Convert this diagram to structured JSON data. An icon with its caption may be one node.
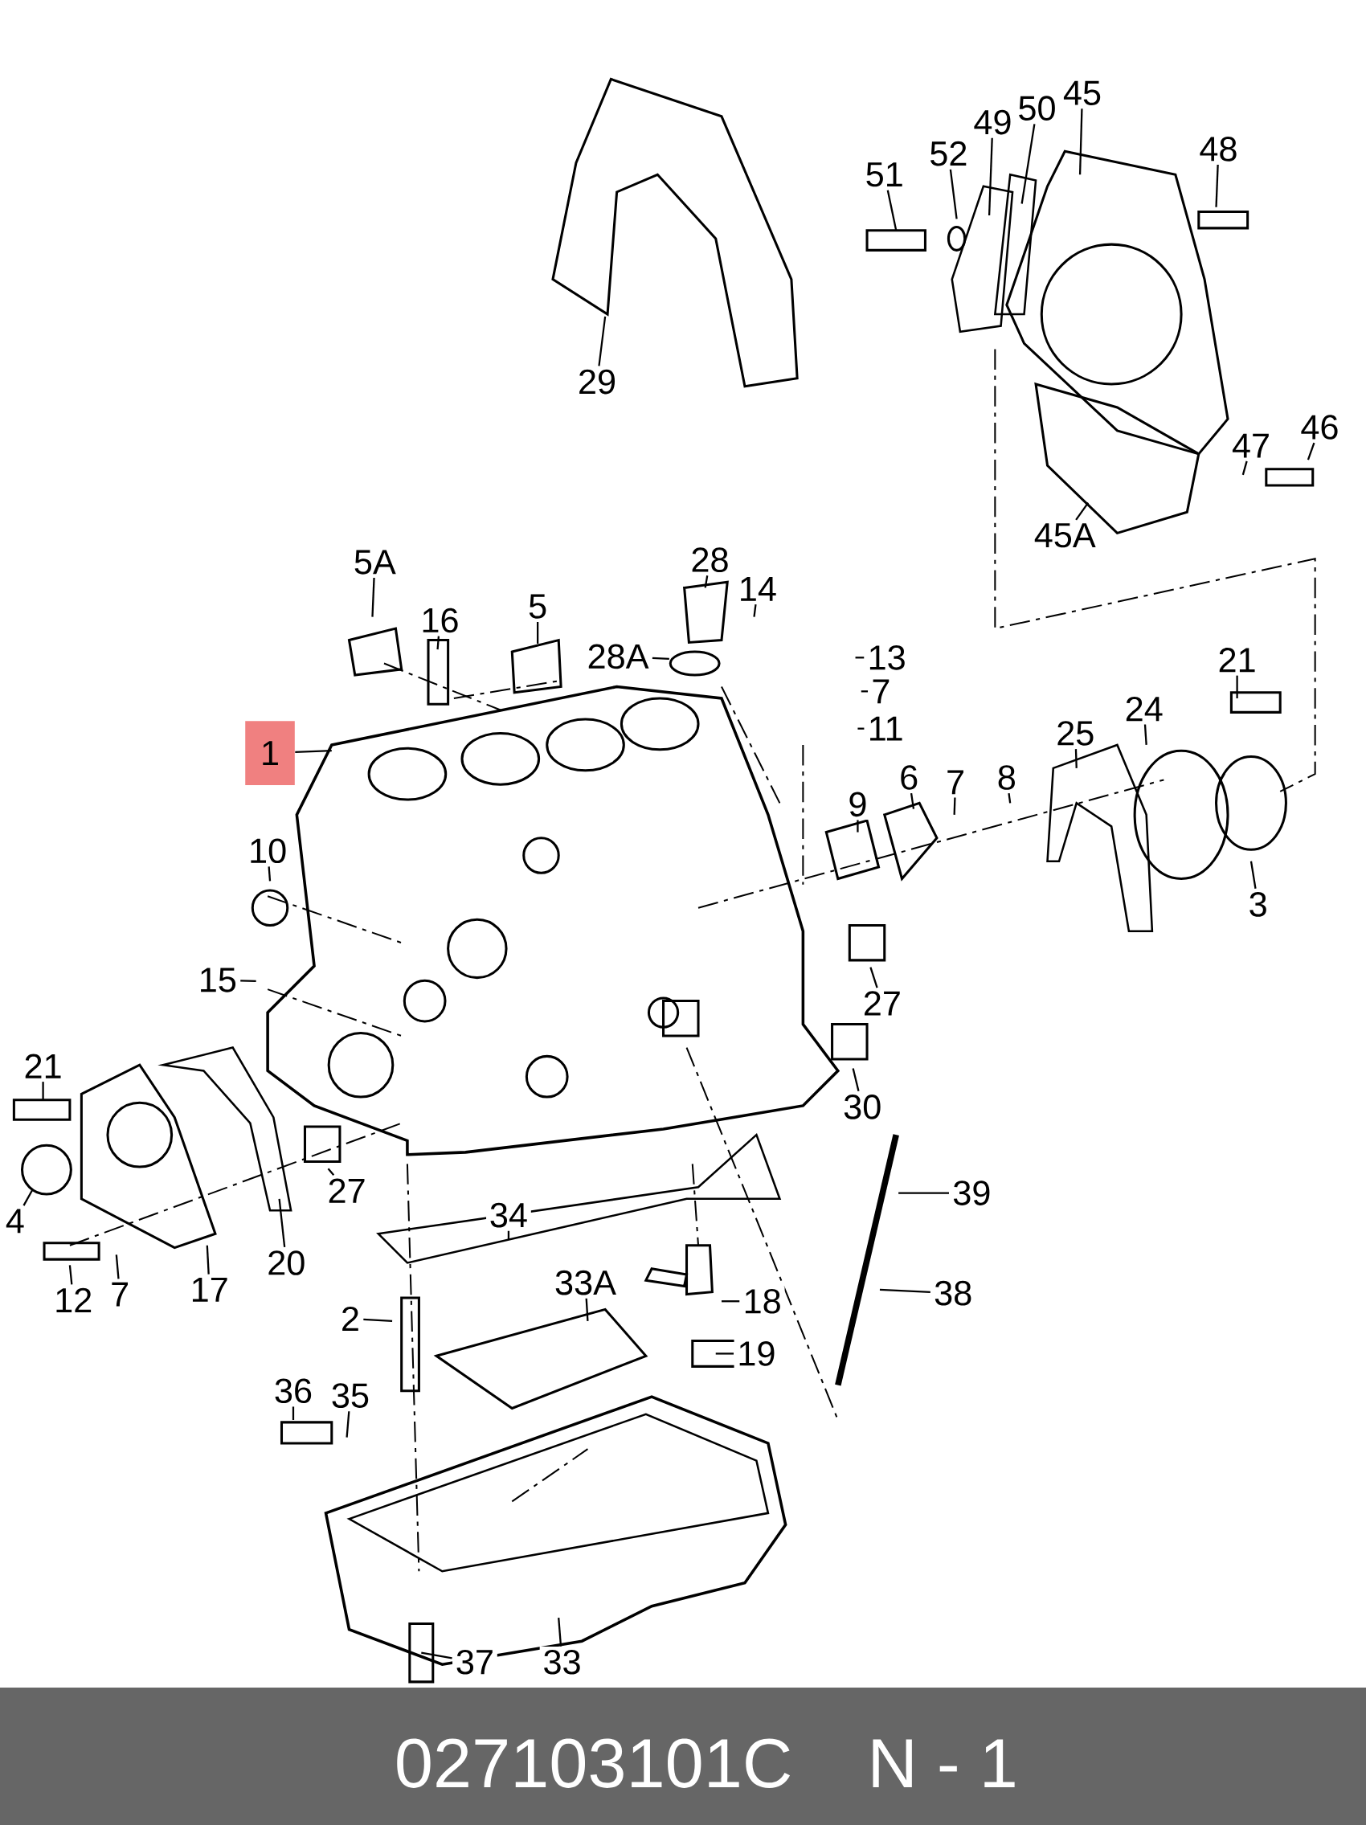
{
  "diagram": {
    "nodes": [
      {
        "text": [
          "29"
        ]
      },
      {
        "text": [
          "51"
        ]
      },
      {
        "text": [
          "52"
        ]
      },
      {
        "text": [
          "49"
        ]
      },
      {
        "text": [
          "50"
        ]
      },
      {
        "text": [
          "45"
        ]
      },
      {
        "text": [
          "48"
        ]
      },
      {
        "text": [
          "46"
        ]
      },
      {
        "text": [
          "47"
        ]
      },
      {
        "text": [
          "45A"
        ]
      },
      {
        "text": [
          "5A"
        ]
      },
      {
        "text": [
          "16"
        ]
      },
      {
        "text": [
          "5"
        ]
      },
      {
        "text": [
          "28"
        ]
      },
      {
        "text": [
          "14"
        ]
      },
      {
        "text": [
          "28A"
        ]
      },
      {
        "text": [
          "13"
        ]
      },
      {
        "text": [
          "7"
        ]
      },
      {
        "text": [
          "11"
        ]
      },
      {
        "text": [
          "1"
        ]
      },
      {
        "text": [
          "21"
        ]
      },
      {
        "text": [
          "24"
        ]
      },
      {
        "text": [
          "25"
        ]
      },
      {
        "text": [
          "6"
        ]
      },
      {
        "text": [
          "7"
        ]
      },
      {
        "text": [
          "8"
        ]
      },
      {
        "text": [
          "9"
        ]
      },
      {
        "text": [
          "3"
        ]
      },
      {
        "text": [
          "10"
        ]
      },
      {
        "text": [
          "15"
        ]
      },
      {
        "text": [
          "27"
        ]
      },
      {
        "text": [
          "30"
        ]
      },
      {
        "text": [
          "21"
        ]
      },
      {
        "text": [
          "4"
        ]
      },
      {
        "text": [
          "12"
        ]
      },
      {
        "text": [
          "7"
        ]
      },
      {
        "text": [
          "17"
        ]
      },
      {
        "text": [
          "20"
        ]
      },
      {
        "text": [
          "27"
        ]
      },
      {
        "text": [
          "34"
        ]
      },
      {
        "text": [
          "39"
        ]
      },
      {
        "text": [
          "38"
        ]
      },
      {
        "text": [
          "18"
        ]
      },
      {
        "text": [
          "19"
        ]
      },
      {
        "text": [
          "33A"
        ]
      },
      {
        "text": [
          "2"
        ]
      },
      {
        "text": [
          "36"
        ]
      },
      {
        "text": [
          "35"
        ]
      },
      {
        "text": [
          "37"
        ]
      },
      {
        "text": [
          "33"
        ]
      }
    ],
    "edges": [
      {
        "from": 0,
        "to": null,
        "arrow": "none"
      },
      {
        "from": 1,
        "to": null,
        "arrow": "none"
      },
      {
        "from": 2,
        "to": null,
        "arrow": "none"
      },
      {
        "from": 3,
        "to": null,
        "arrow": "none"
      },
      {
        "from": 4,
        "to": null,
        "arrow": "none"
      },
      {
        "from": 5,
        "to": null,
        "arrow": "none"
      },
      {
        "from": 6,
        "to": null,
        "arrow": "none"
      },
      {
        "from": 7,
        "to": null,
        "arrow": "none"
      },
      {
        "from": 8,
        "to": null,
        "arrow": "none"
      },
      {
        "from": 9,
        "to": null,
        "arrow": "none"
      },
      {
        "from": 10,
        "to": null,
        "arrow": "none"
      },
      {
        "from": 11,
        "to": null,
        "arrow": "none"
      },
      {
        "from": 12,
        "to": null,
        "arrow": "none"
      },
      {
        "from": 13,
        "to": null,
        "arrow": "none"
      },
      {
        "from": 14,
        "to": null,
        "arrow": "none"
      },
      {
        "from": 15,
        "to": null,
        "arrow": "none"
      },
      {
        "from": 16,
        "to": null,
        "arrow": "none"
      },
      {
        "from": 17,
        "to": null,
        "arrow": "none"
      },
      {
        "from": 18,
        "to": null,
        "arrow": "none"
      },
      {
        "from": 19,
        "to": null,
        "arrow": "none"
      },
      {
        "from": 20,
        "to": null,
        "arrow": "none"
      },
      {
        "from": 21,
        "to": null,
        "arrow": "none"
      },
      {
        "from": 22,
        "to": null,
        "arrow": "none"
      },
      {
        "from": 23,
        "to": null,
        "arrow": "none"
      },
      {
        "from": 24,
        "to": null,
        "arrow": "none"
      },
      {
        "from": 25,
        "to": null,
        "arrow": "none"
      },
      {
        "from": 26,
        "to": null,
        "arrow": "none"
      },
      {
        "from": 27,
        "to": null,
        "arrow": "none"
      },
      {
        "from": 28,
        "to": null,
        "arrow": "none"
      },
      {
        "from": 29,
        "to": null,
        "arrow": "none"
      },
      {
        "from": 30,
        "to": null,
        "arrow": "none"
      },
      {
        "from": 31,
        "to": null,
        "arrow": "none"
      },
      {
        "from": 32,
        "to": null,
        "arrow": "none"
      },
      {
        "from": 33,
        "to": null,
        "arrow": "none"
      },
      {
        "from": 34,
        "to": null,
        "arrow": "none"
      },
      {
        "from": 35,
        "to": null,
        "arrow": "none"
      },
      {
        "from": 36,
        "to": null,
        "arrow": "none"
      },
      {
        "from": 37,
        "to": null,
        "arrow": "none"
      },
      {
        "from": 38,
        "to": null,
        "arrow": "none"
      },
      {
        "from": 39,
        "to": null,
        "arrow": "none"
      },
      {
        "from": 40,
        "to": null,
        "arrow": "none"
      },
      {
        "from": 41,
        "to": null,
        "arrow": "none"
      },
      {
        "from": 42,
        "to": null,
        "arrow": "none"
      },
      {
        "from": 43,
        "to": null,
        "arrow": "none"
      },
      {
        "from": 44,
        "to": null,
        "arrow": "none"
      },
      {
        "from": 45,
        "to": null,
        "arrow": "none"
      },
      {
        "from": 46,
        "to": null,
        "arrow": "none"
      },
      {
        "from": 47,
        "to": null,
        "arrow": "none"
      },
      {
        "from": 48,
        "to": null,
        "arrow": "none"
      },
      {
        "from": 49,
        "to": null,
        "arrow": "none"
      }
    ],
    "labels": [
      "027103101C",
      "N - 1"
    ]
  }
}
